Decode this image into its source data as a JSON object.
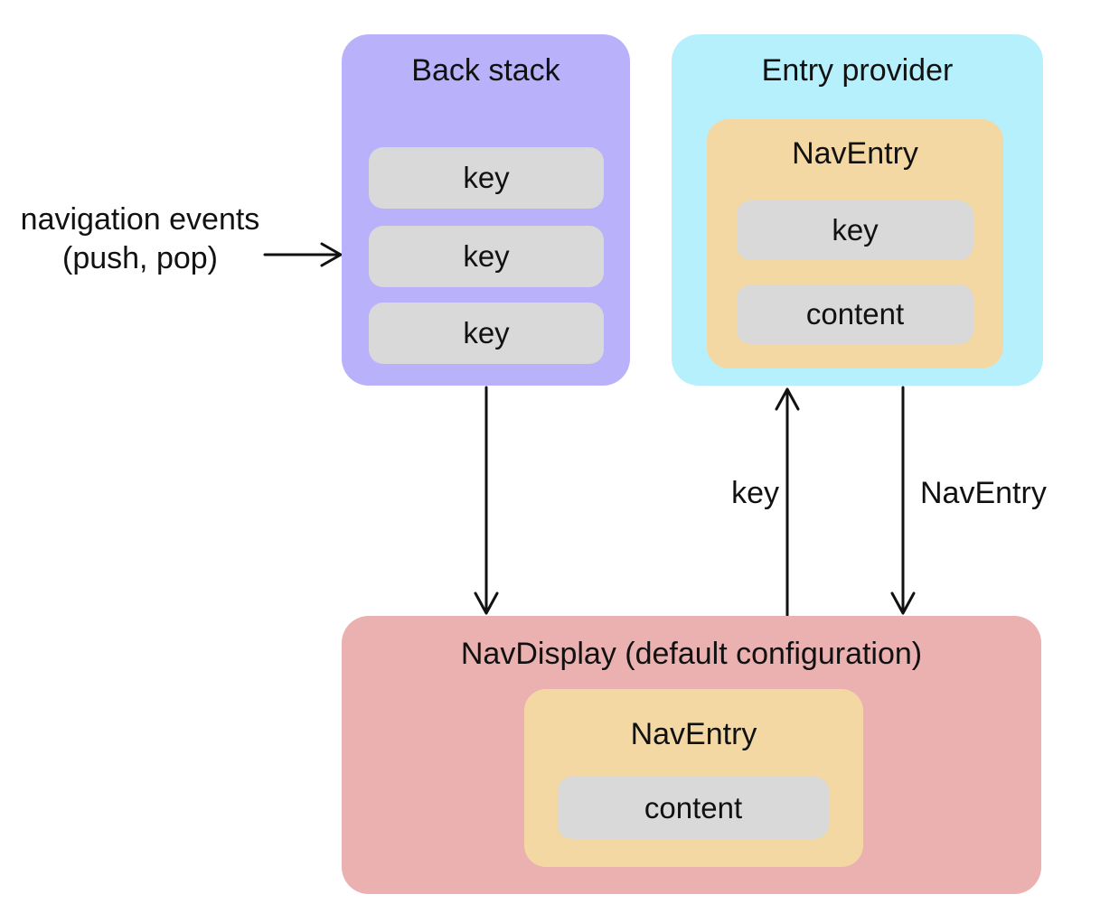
{
  "back_stack": {
    "title": "Back stack",
    "items": [
      "key",
      "key",
      "key"
    ]
  },
  "entry_provider": {
    "title": "Entry provider",
    "nav_entry": {
      "title": "NavEntry",
      "items": [
        "key",
        "content"
      ]
    }
  },
  "nav_display": {
    "title": "NavDisplay (default configuration)",
    "nav_entry": {
      "title": "NavEntry",
      "items": [
        "content"
      ]
    }
  },
  "annotations": {
    "nav_events_line1": "navigation events",
    "nav_events_line2": "(push, pop)",
    "key_arrow_label": "key",
    "nav_entry_arrow_label": "NavEntry"
  },
  "colors": {
    "back_stack_bg": "#b9b1fa",
    "entry_provider_bg": "#b6f0fc",
    "nav_entry_bg": "#f3d8a4",
    "nav_display_bg": "#eab1b0",
    "item_bg": "#d9d9d9",
    "text": "#111111",
    "arrow": "#111111",
    "canvas_bg": "#ffffff"
  }
}
